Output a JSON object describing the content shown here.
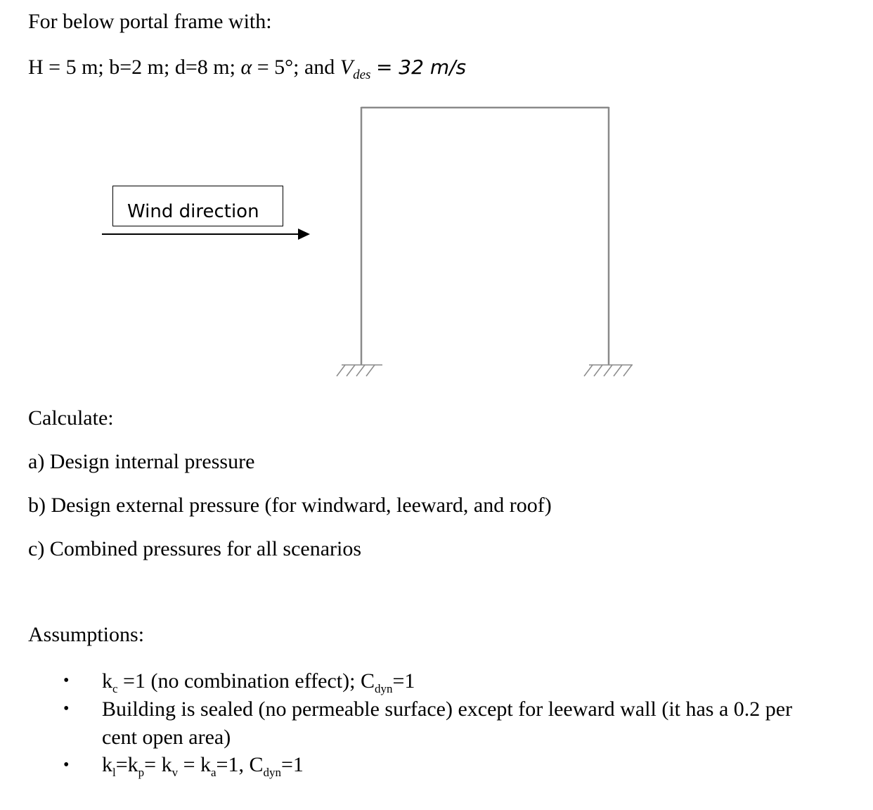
{
  "intro": "For below portal frame with:",
  "params": {
    "H": "H = 5 m;",
    "b": "b=2 m;",
    "d": "d=8 m;",
    "alpha_sym": "α",
    "alpha_rest": "= 5°; and",
    "V_sym": "V",
    "V_sub": "des",
    "V_rest": "= 32 m/s"
  },
  "diagram": {
    "wind_label": "Wind direction"
  },
  "calculate_heading": "Calculate:",
  "tasks": [
    "a) Design internal pressure",
    "b) Design external pressure (for windward, leeward, and roof)",
    "c) Combined pressures for all scenarios"
  ],
  "assumptions_heading": "Assumptions:",
  "assumptions": {
    "a1_kc": "k",
    "a1_kc_sub": "c",
    "a1_mid": " =1 (no combination effect); C",
    "a1_cdyn_sub": "dyn",
    "a1_end": "=1",
    "a2_line1": "Building is sealed (no permeable surface) except for leeward wall (it has a 0.2 per",
    "a2_line2": "cent open area)",
    "a3_k": "k",
    "a3_l_sub": "l",
    "a3_eq1": "=k",
    "a3_p_sub": "p",
    "a3_eq2": "= k",
    "a3_v_sub": "v",
    "a3_eq3": " = k",
    "a3_a_sub": "a",
    "a3_eq4": "=1, C",
    "a3_dyn_sub": "dyn",
    "a3_eq5": "=1"
  },
  "bullet_char": "•"
}
